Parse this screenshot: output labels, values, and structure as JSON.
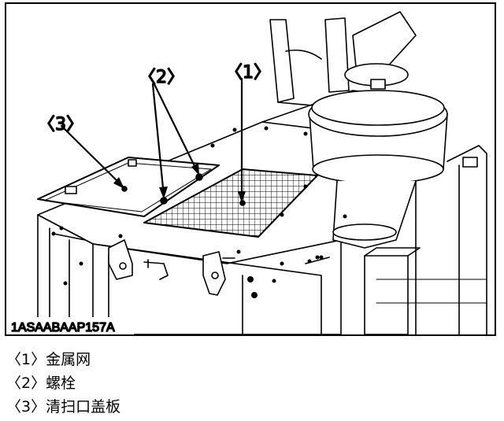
{
  "figure": {
    "code": "1ASAABAAP157A",
    "callouts": [
      "〈1〉",
      "〈2〉",
      "〈3〉"
    ]
  },
  "legend": [
    {
      "num": "〈1〉",
      "text": "金属网"
    },
    {
      "num": "〈2〉",
      "text": "螺栓"
    },
    {
      "num": "〈3〉",
      "text": "清扫口盖板"
    }
  ]
}
